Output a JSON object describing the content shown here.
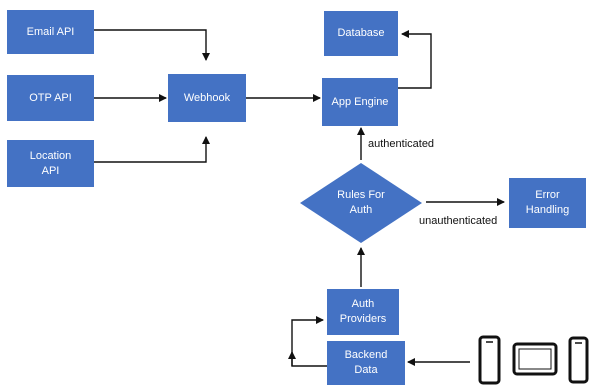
{
  "colors": {
    "box": "#4472C4",
    "line": "#111111",
    "device": "#111111"
  },
  "nodes": {
    "email_api": "Email API",
    "otp_api": "OTP API",
    "location_api": "Location\nAPI",
    "webhook": "Webhook",
    "database": "Database",
    "app_engine": "App Engine",
    "rules_for_auth": "Rules For\nAuth",
    "error_handling": "Error\nHandling",
    "auth_providers": "Auth\nProviders",
    "backend_data": "Backend\nData"
  },
  "edge_labels": {
    "authenticated": "authenticated",
    "unauthenticated": "unauthenticated"
  },
  "devices": [
    "phone-icon",
    "tablet-icon",
    "phone-icon"
  ]
}
